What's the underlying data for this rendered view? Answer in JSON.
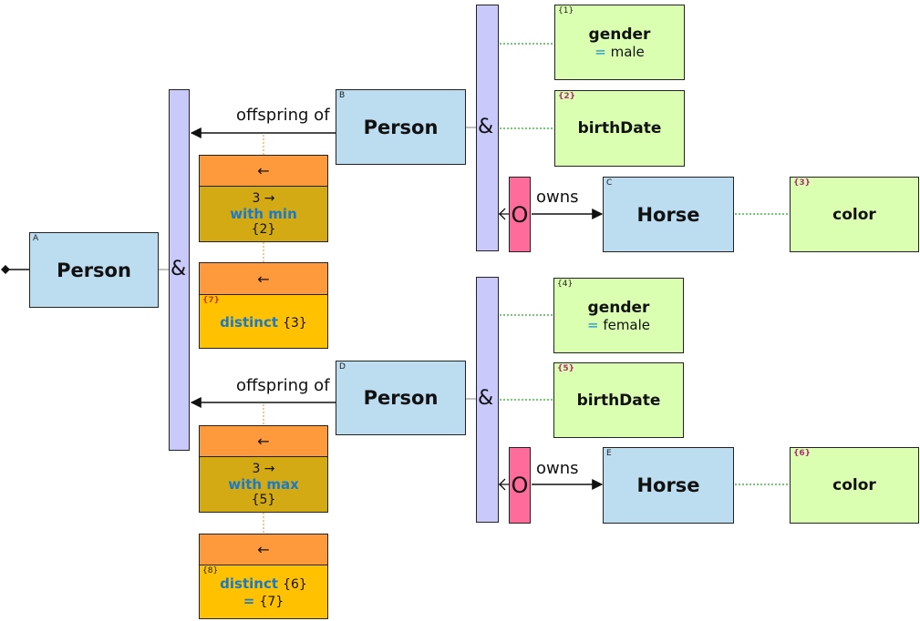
{
  "root": {
    "tag": "A",
    "label": "Person"
  },
  "root_and": {
    "symbol": "&"
  },
  "branch_b": {
    "relation_label": "offspring of",
    "person": {
      "tag": "B",
      "label": "Person"
    },
    "and_symbol": "&",
    "gender": {
      "tag": "{1}",
      "label": "gender",
      "eq": "=",
      "value": "male"
    },
    "birthdate": {
      "tag": "{2}",
      "label": "birthDate"
    },
    "or_symbol": "O",
    "owns_label": "owns",
    "horse": {
      "tag": "C",
      "label": "Horse"
    },
    "color": {
      "tag": "{3}",
      "label": "color"
    },
    "filter1": {
      "arrow": "←",
      "count": "3 →",
      "keyword": "with min",
      "ref": "{2}"
    },
    "filter2": {
      "arrow": "←",
      "tag": "{7}",
      "keyword": "distinct",
      "ref": "{3}"
    }
  },
  "branch_d": {
    "relation_label": "offspring of",
    "person": {
      "tag": "D",
      "label": "Person"
    },
    "and_symbol": "&",
    "gender": {
      "tag": "{4}",
      "label": "gender",
      "eq": "=",
      "value": "female"
    },
    "birthdate": {
      "tag": "{5}",
      "label": "birthDate"
    },
    "or_symbol": "O",
    "owns_label": "owns",
    "horse": {
      "tag": "E",
      "label": "Horse"
    },
    "color": {
      "tag": "{6}",
      "label": "color"
    },
    "filter1": {
      "arrow": "←",
      "count": "3 →",
      "keyword": "with max",
      "ref": "{5}"
    },
    "filter2": {
      "arrow": "←",
      "tag": "{8}",
      "keyword": "distinct",
      "ref": "{6}",
      "eq": "=",
      "ref2": "{7}"
    }
  }
}
